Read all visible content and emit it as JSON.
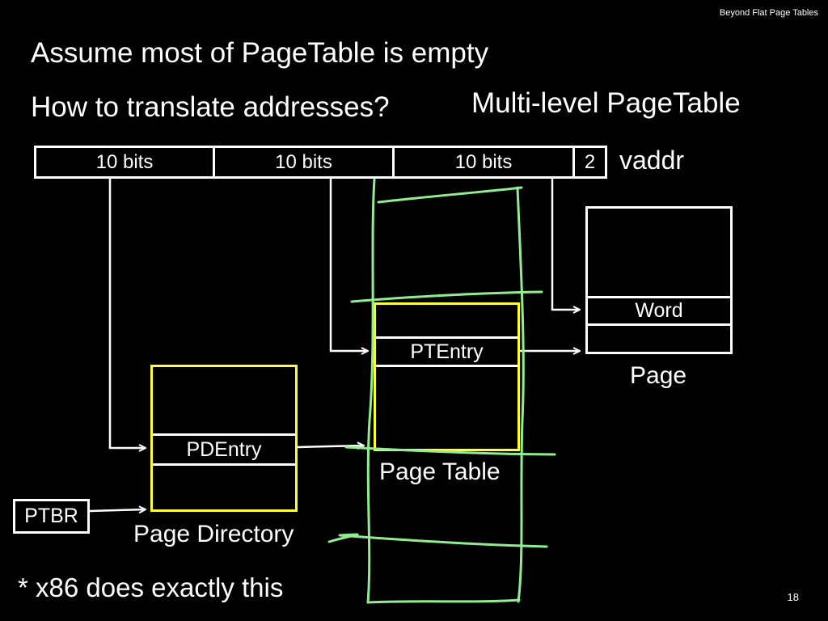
{
  "header": {
    "title": "Beyond Flat Page Tables"
  },
  "slide": {
    "line1": "Assume most of PageTable is empty",
    "line2": "How to translate addresses?",
    "subtitle": "Multi-level PageTable",
    "footnote": "* x86 does exactly this",
    "page_number": "18"
  },
  "vaddr": {
    "fields": [
      "10 bits",
      "10 bits",
      "10 bits",
      "2"
    ],
    "label": "vaddr"
  },
  "page_directory": {
    "entry": "PDEntry",
    "label": "Page Directory",
    "border_color": "#ffff33"
  },
  "page_table": {
    "entry": "PTEntry",
    "label": "Page Table",
    "border_color": "#ffff33",
    "highlight_color": "#90ee90"
  },
  "page": {
    "entry": "Word",
    "label": "Page"
  },
  "ptbr": {
    "label": "PTBR"
  }
}
